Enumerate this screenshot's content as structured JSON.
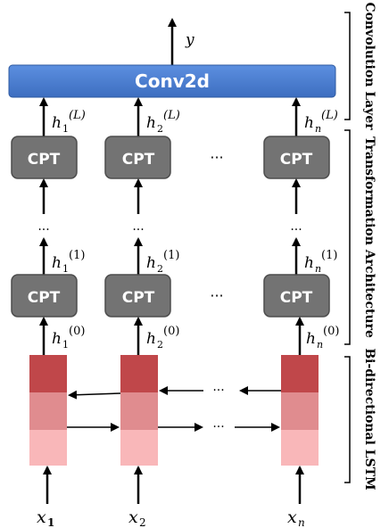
{
  "conv_label": "Conv2d",
  "cpt_label": "CPT",
  "output": "y",
  "ellipsis": "...",
  "ellipsis_wide": "···",
  "hidden_top": [
    {
      "base": "h",
      "sub": "1",
      "sup": "(L)"
    },
    {
      "base": "h",
      "sub": "2",
      "sup": "(L)"
    },
    {
      "base": "h",
      "sub": "n",
      "sup": "(L)"
    }
  ],
  "hidden_mid": [
    {
      "base": "h",
      "sub": "1",
      "sup": "(1)"
    },
    {
      "base": "h",
      "sub": "2",
      "sup": "(1)"
    },
    {
      "base": "h",
      "sub": "n",
      "sup": "(1)"
    }
  ],
  "hidden_bottom": [
    {
      "base": "h",
      "sub": "1",
      "sup": "(0)"
    },
    {
      "base": "h",
      "sub": "2",
      "sup": "(0)"
    },
    {
      "base": "h",
      "sub": "n",
      "sup": "(0)"
    }
  ],
  "inputs": [
    {
      "base": "x",
      "sub": "1"
    },
    {
      "base": "x",
      "sub": "2"
    },
    {
      "base": "x",
      "sub": "n"
    }
  ],
  "sections": {
    "convolution": "Convolution Layer",
    "transformation": "Transformation Architecture",
    "lstm": "Bi-directional LSTM"
  },
  "colors": {
    "conv_fill": "#4a7fd1",
    "cpt_fill": "#737373",
    "lstm_top": "#c0474a",
    "lstm_mid": "#e08c8f",
    "lstm_bottom": "#f9b7b9"
  }
}
